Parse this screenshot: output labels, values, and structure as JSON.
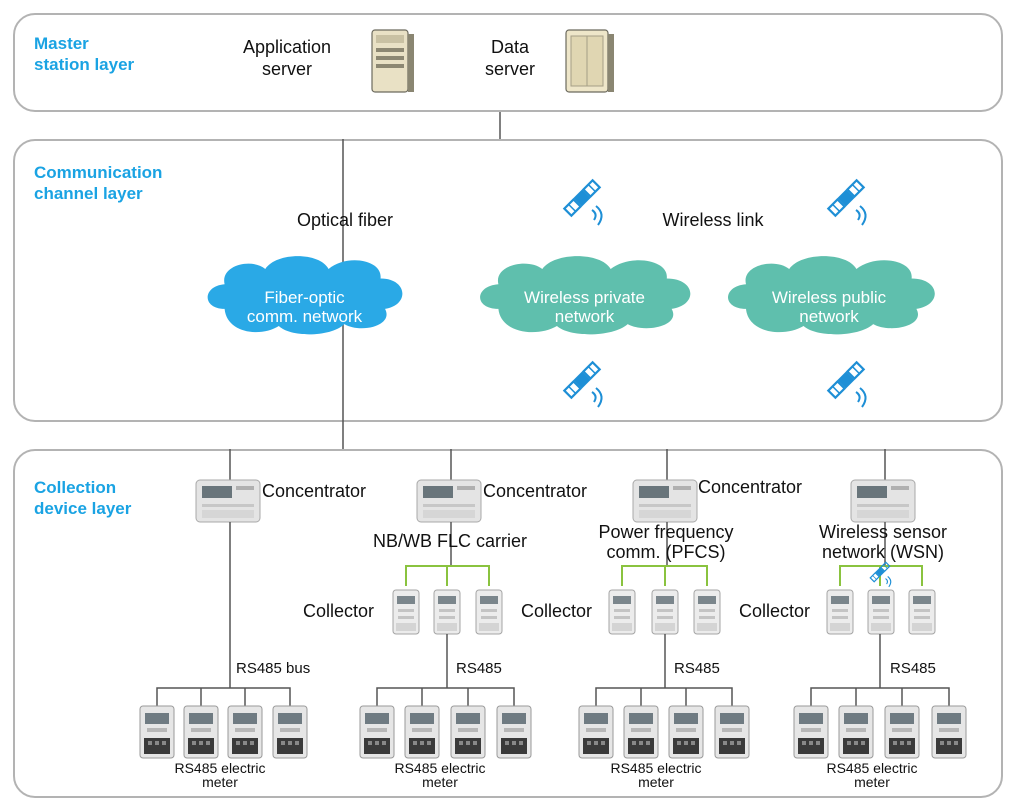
{
  "layers": {
    "master": {
      "title": "Master\nstation layer"
    },
    "channel": {
      "title": "Communication\nchannel layer"
    },
    "collection": {
      "title": "Collection\ndevice layer"
    }
  },
  "servers": {
    "application": "Application\nserver",
    "data": "Data\nserver"
  },
  "channel": {
    "optical_fiber": "Optical fiber",
    "wireless_link": "Wireless link",
    "clouds": {
      "fiber": "Fiber-optic\ncomm. network",
      "private": "Wireless private\nnetwork",
      "public": "Wireless public\nnetwork"
    }
  },
  "devices": {
    "concentrator": "Concentrator",
    "collector": "Collector",
    "nb_wb": "NB/WB FLC carrier",
    "pfcs": "Power frequency\ncomm. (PFCS)",
    "wsn": "Wireless sensor\nnetwork (WSN)",
    "rs485_bus": "RS485 bus",
    "rs485": "RS485",
    "meter": "RS485 electric\nmeter"
  },
  "colors": {
    "title_blue": "#1aa3e3",
    "fiber_cloud": "#2aa9e6",
    "wireless_cloud": "#5fbfad",
    "green_bus": "#8ac33f",
    "border": "#b3b3b3"
  }
}
